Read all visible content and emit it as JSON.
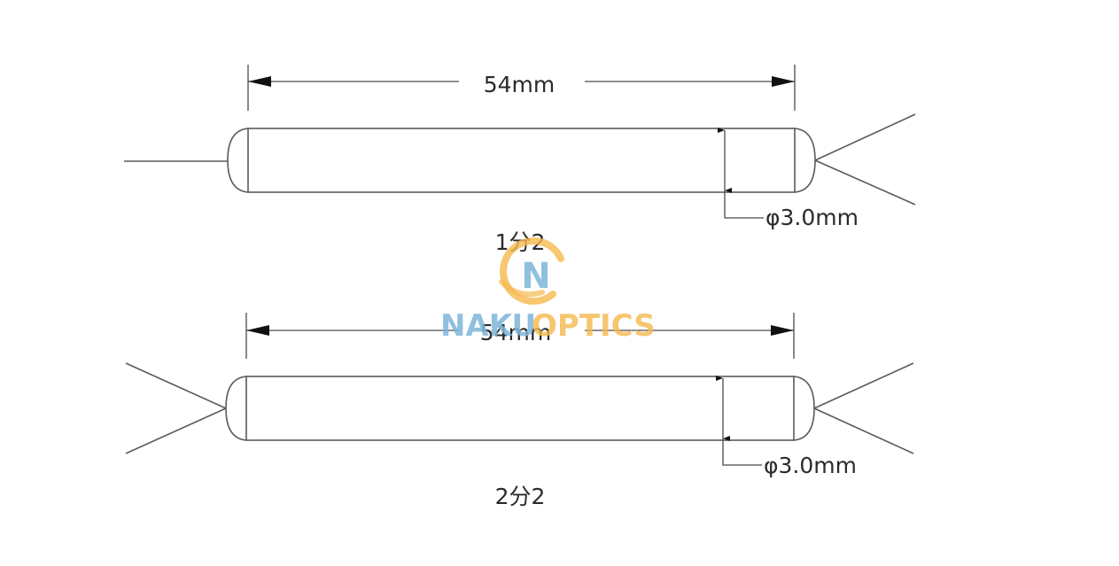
{
  "diagrams": [
    {
      "name": "splitter-1x2",
      "length_label": "54mm",
      "diameter_label": "φ3.0mm",
      "caption": "1分2",
      "input_fibers": 1,
      "output_fibers": 2
    },
    {
      "name": "splitter-2x2",
      "length_label": "54mm",
      "diameter_label": "φ3.0mm",
      "caption": "2分2",
      "input_fibers": 2,
      "output_fibers": 2
    }
  ],
  "watermark": {
    "logo_letter": "N",
    "text_left": "NAKU",
    "text_right": "OPTICS",
    "colors": {
      "blue": "#7eb6da",
      "orange": "#f5b94e"
    }
  }
}
